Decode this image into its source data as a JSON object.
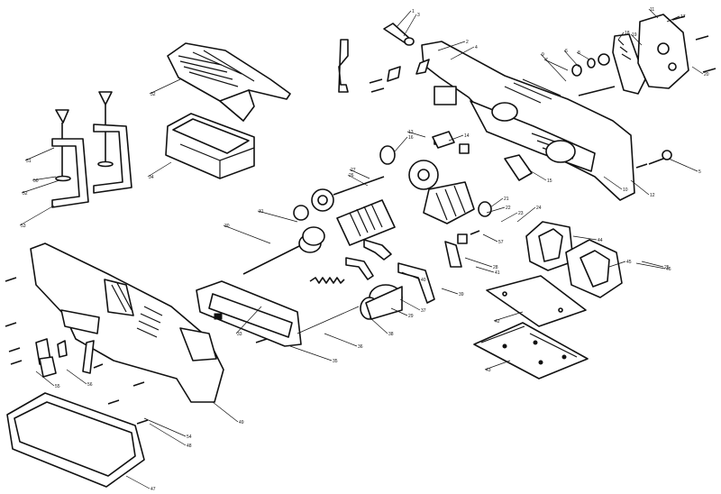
{
  "labels": [
    {
      "id": "l1",
      "text": "1"
    },
    {
      "id": "l2",
      "text": "2"
    },
    {
      "id": "l3",
      "text": "3"
    },
    {
      "id": "l4",
      "text": "4"
    },
    {
      "id": "l5",
      "text": "5"
    },
    {
      "id": "l6",
      "text": "6"
    },
    {
      "id": "l7",
      "text": "7"
    },
    {
      "id": "l8",
      "text": "8"
    },
    {
      "id": "l9",
      "text": "9"
    },
    {
      "id": "l10",
      "text": "10"
    },
    {
      "id": "l11",
      "text": "11"
    },
    {
      "id": "l12",
      "text": "12"
    },
    {
      "id": "l13",
      "text": "13"
    },
    {
      "id": "l14",
      "text": "14"
    },
    {
      "id": "l15",
      "text": "15"
    },
    {
      "id": "l16",
      "text": "16"
    },
    {
      "id": "l17",
      "text": "17"
    },
    {
      "id": "l18",
      "text": "18"
    },
    {
      "id": "l19",
      "text": "19"
    },
    {
      "id": "l20",
      "text": "20"
    },
    {
      "id": "l21",
      "text": "21"
    },
    {
      "id": "l22",
      "text": "22"
    },
    {
      "id": "l23",
      "text": "23"
    },
    {
      "id": "l24",
      "text": "24"
    },
    {
      "id": "l25",
      "text": "25"
    },
    {
      "id": "l26",
      "text": "26"
    },
    {
      "id": "l27",
      "text": "27"
    },
    {
      "id": "l28",
      "text": "28"
    },
    {
      "id": "l29",
      "text": "29"
    },
    {
      "id": "l30",
      "text": "30"
    },
    {
      "id": "l31",
      "text": "31"
    },
    {
      "id": "l32",
      "text": "32"
    },
    {
      "id": "l33",
      "text": "33"
    },
    {
      "id": "l34",
      "text": "34"
    },
    {
      "id": "l35",
      "text": "35"
    },
    {
      "id": "l36",
      "text": "36"
    },
    {
      "id": "l37",
      "text": "37"
    },
    {
      "id": "l38",
      "text": "38"
    },
    {
      "id": "l39",
      "text": "39"
    },
    {
      "id": "l40",
      "text": "40"
    },
    {
      "id": "l41",
      "text": "41"
    },
    {
      "id": "l42",
      "text": "42"
    },
    {
      "id": "l43",
      "text": "43"
    },
    {
      "id": "l44",
      "text": "44"
    },
    {
      "id": "l45",
      "text": "45"
    },
    {
      "id": "l46",
      "text": "46"
    },
    {
      "id": "l47",
      "text": "47"
    },
    {
      "id": "l48",
      "text": "48"
    },
    {
      "id": "l49",
      "text": "49"
    },
    {
      "id": "l50",
      "text": "50"
    },
    {
      "id": "l51",
      "text": "51"
    },
    {
      "id": "l52",
      "text": "52"
    },
    {
      "id": "l53",
      "text": "53"
    },
    {
      "id": "l54",
      "text": "54"
    },
    {
      "id": "l55",
      "text": "55"
    },
    {
      "id": "l56",
      "text": "56"
    },
    {
      "id": "l57",
      "text": "57"
    }
  ],
  "colors": {
    "ink": "#111111",
    "paper": "#ffffff"
  }
}
